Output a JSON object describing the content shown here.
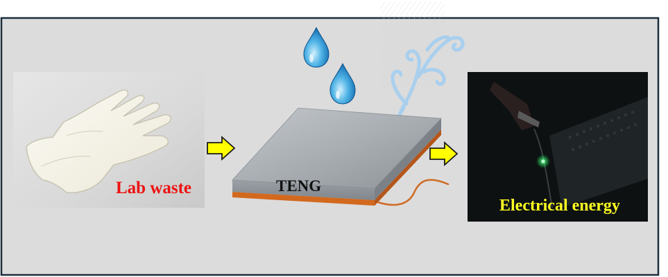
{
  "figure": {
    "input_label": "Lab waste",
    "device_label": "TENG",
    "output_label": "Electrical energy"
  },
  "colors": {
    "panel_background": "#dcdcdc",
    "border": "#1c2e3c",
    "arrow_fill": "#ffff00",
    "input_label": "#ee1111",
    "output_label": "#ffff22",
    "device_top": "#a9aeb3",
    "device_base": "#d2691e",
    "droplet": "#1e8fd0"
  },
  "icons": {
    "glove": "glove-photo",
    "droplet": "water-droplet-icon",
    "wind": "wind-swirl-icon",
    "arrow": "right-arrow-icon",
    "device": "teng-device-illustration",
    "led_photo": "led-breadboard-photo"
  }
}
